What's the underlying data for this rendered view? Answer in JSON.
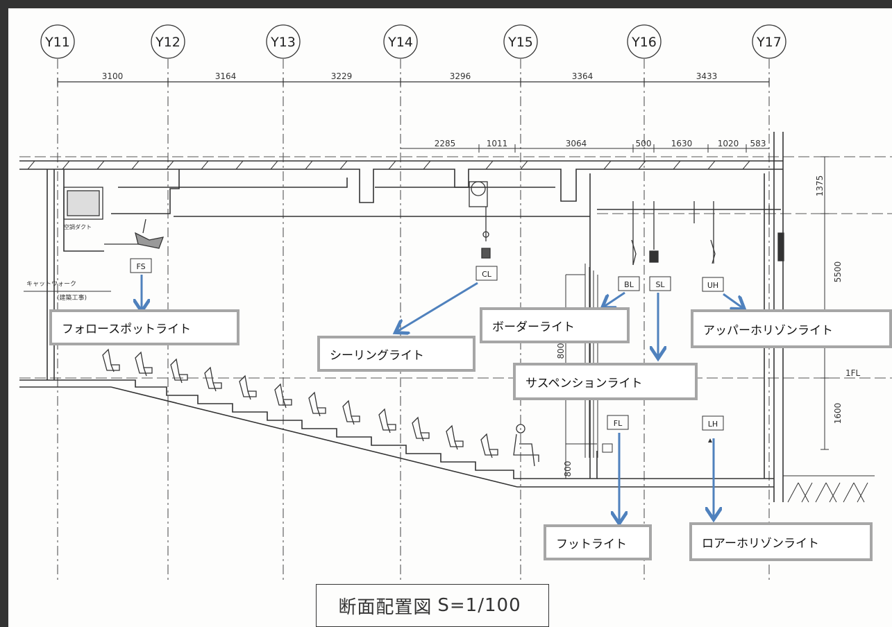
{
  "axes": [
    "Y11",
    "Y12",
    "Y13",
    "Y14",
    "Y15",
    "Y16",
    "Y17"
  ],
  "top_dimensions": [
    "3100",
    "3164",
    "3229",
    "3296",
    "3364",
    "3433"
  ],
  "stage_dimensions": [
    "2285",
    "1011",
    "3064",
    "500",
    "1630",
    "1020",
    "583"
  ],
  "vertical_dimensions": [
    "1375",
    "5500",
    "1600",
    "1FL",
    "800",
    "800"
  ],
  "drawing_notes": [
    "空調ダクト",
    "キャットウォーク",
    "(建築工事)"
  ],
  "fixture_tags": [
    "FS",
    "CL",
    "BL",
    "SL",
    "UH",
    "FL",
    "LH"
  ],
  "callouts": {
    "fs": "フォロースポットライト",
    "cl": "シーリングライト",
    "bl": "ボーダーライト",
    "uh": "アッパーホリゾンライト",
    "sl": "サスペンションライト",
    "fl": "フットライト",
    "lh": "ロアーホリゾンライト"
  },
  "title": {
    "name": "断面配置図",
    "scale": "S=1/100"
  },
  "colors": {
    "arrow": "#4f81bd",
    "callout_border": "#a6a6a6",
    "line": "#333333"
  }
}
